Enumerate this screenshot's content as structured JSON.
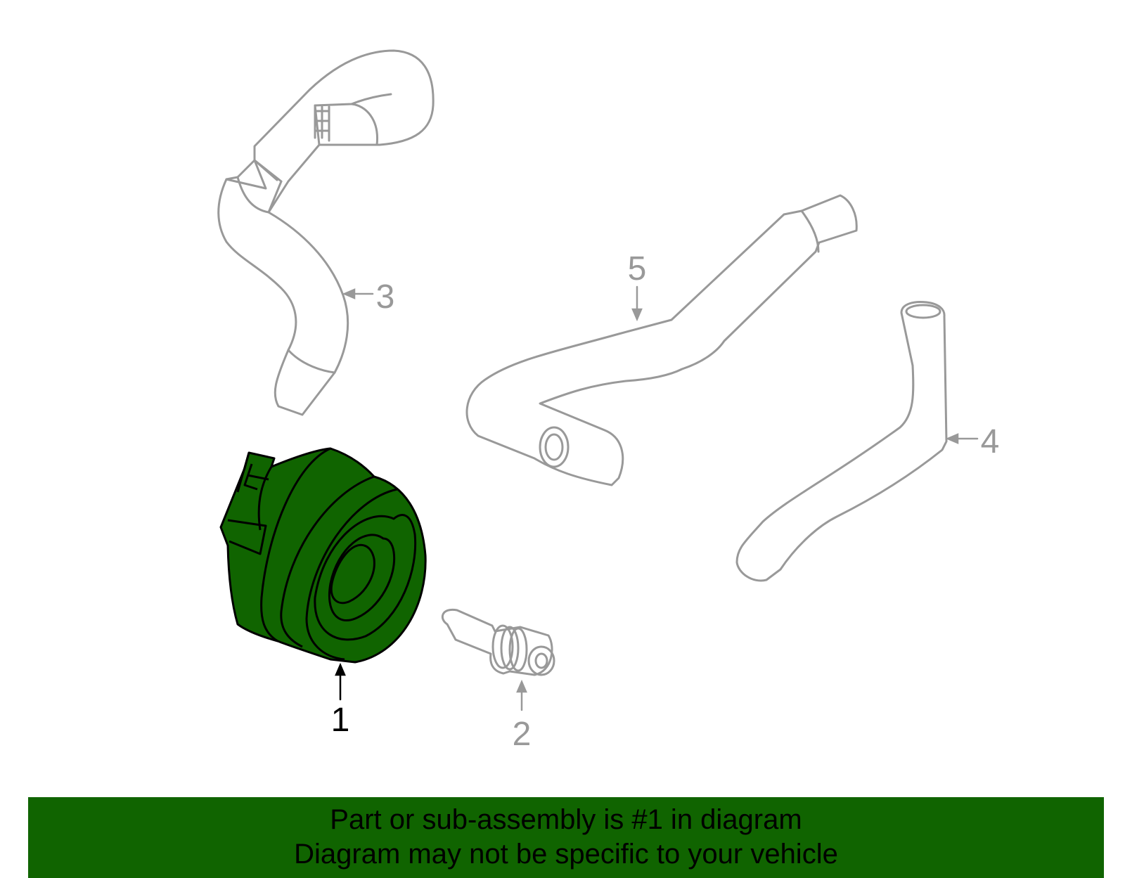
{
  "colors": {
    "highlight_fill": "#106400",
    "line_gray": "#999999",
    "highlight_outline": "#000000",
    "banner_bg": "#106400",
    "banner_text": "#000000"
  },
  "callouts": {
    "c1": "1",
    "c2": "2",
    "c3": "3",
    "c4": "4",
    "c5": "5"
  },
  "banner": {
    "line1": "Part or sub-assembly is #1 in diagram",
    "line2": "Diagram may not be specific to your vehicle"
  }
}
